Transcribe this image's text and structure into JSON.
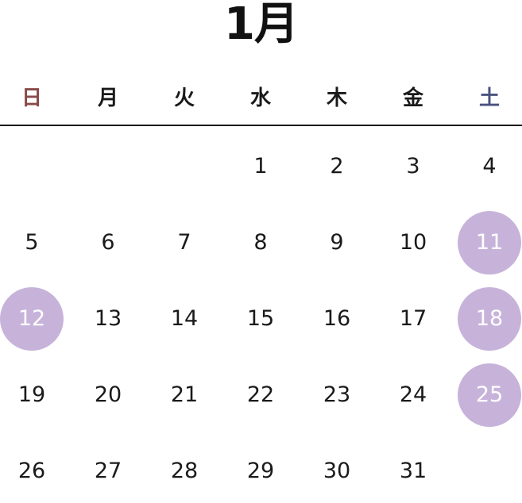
{
  "month_title": "1月",
  "colors": {
    "sunday": "#8a4a4a",
    "saturday": "#4a5280",
    "weekday": "#1a1a1a",
    "holiday_circle": "#c7b3da",
    "holiday_text": "#ffffff"
  },
  "weekdays": [
    "日",
    "月",
    "火",
    "水",
    "木",
    "金",
    "土"
  ],
  "first_weekday_index": 3,
  "days": [
    "1",
    "2",
    "3",
    "4",
    "5",
    "6",
    "7",
    "8",
    "9",
    "10",
    "11",
    "12",
    "13",
    "14",
    "15",
    "16",
    "17",
    "18",
    "19",
    "20",
    "21",
    "22",
    "23",
    "24",
    "25",
    "26",
    "27",
    "28",
    "29",
    "30",
    "31"
  ],
  "highlighted_days": [
    "11",
    "12",
    "18",
    "25"
  ]
}
